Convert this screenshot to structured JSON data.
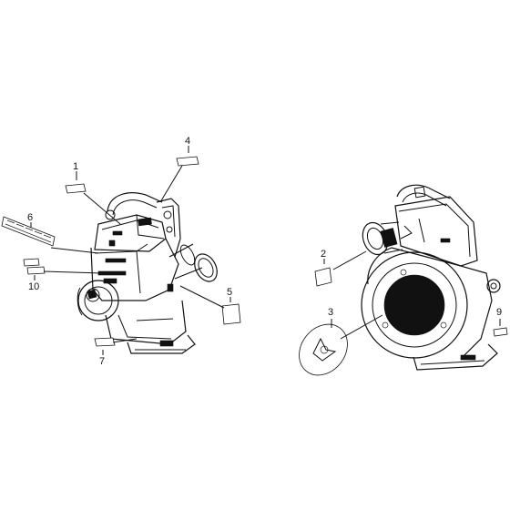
{
  "diagram": {
    "callouts": [
      {
        "id": "1",
        "label": "1"
      },
      {
        "id": "2",
        "label": "2"
      },
      {
        "id": "3",
        "label": "3"
      },
      {
        "id": "4",
        "label": "4"
      },
      {
        "id": "5",
        "label": "5"
      },
      {
        "id": "6",
        "label": "6"
      },
      {
        "id": "7",
        "label": "7"
      },
      {
        "id": "9",
        "label": "9"
      },
      {
        "id": "10",
        "label": "10"
      }
    ]
  }
}
